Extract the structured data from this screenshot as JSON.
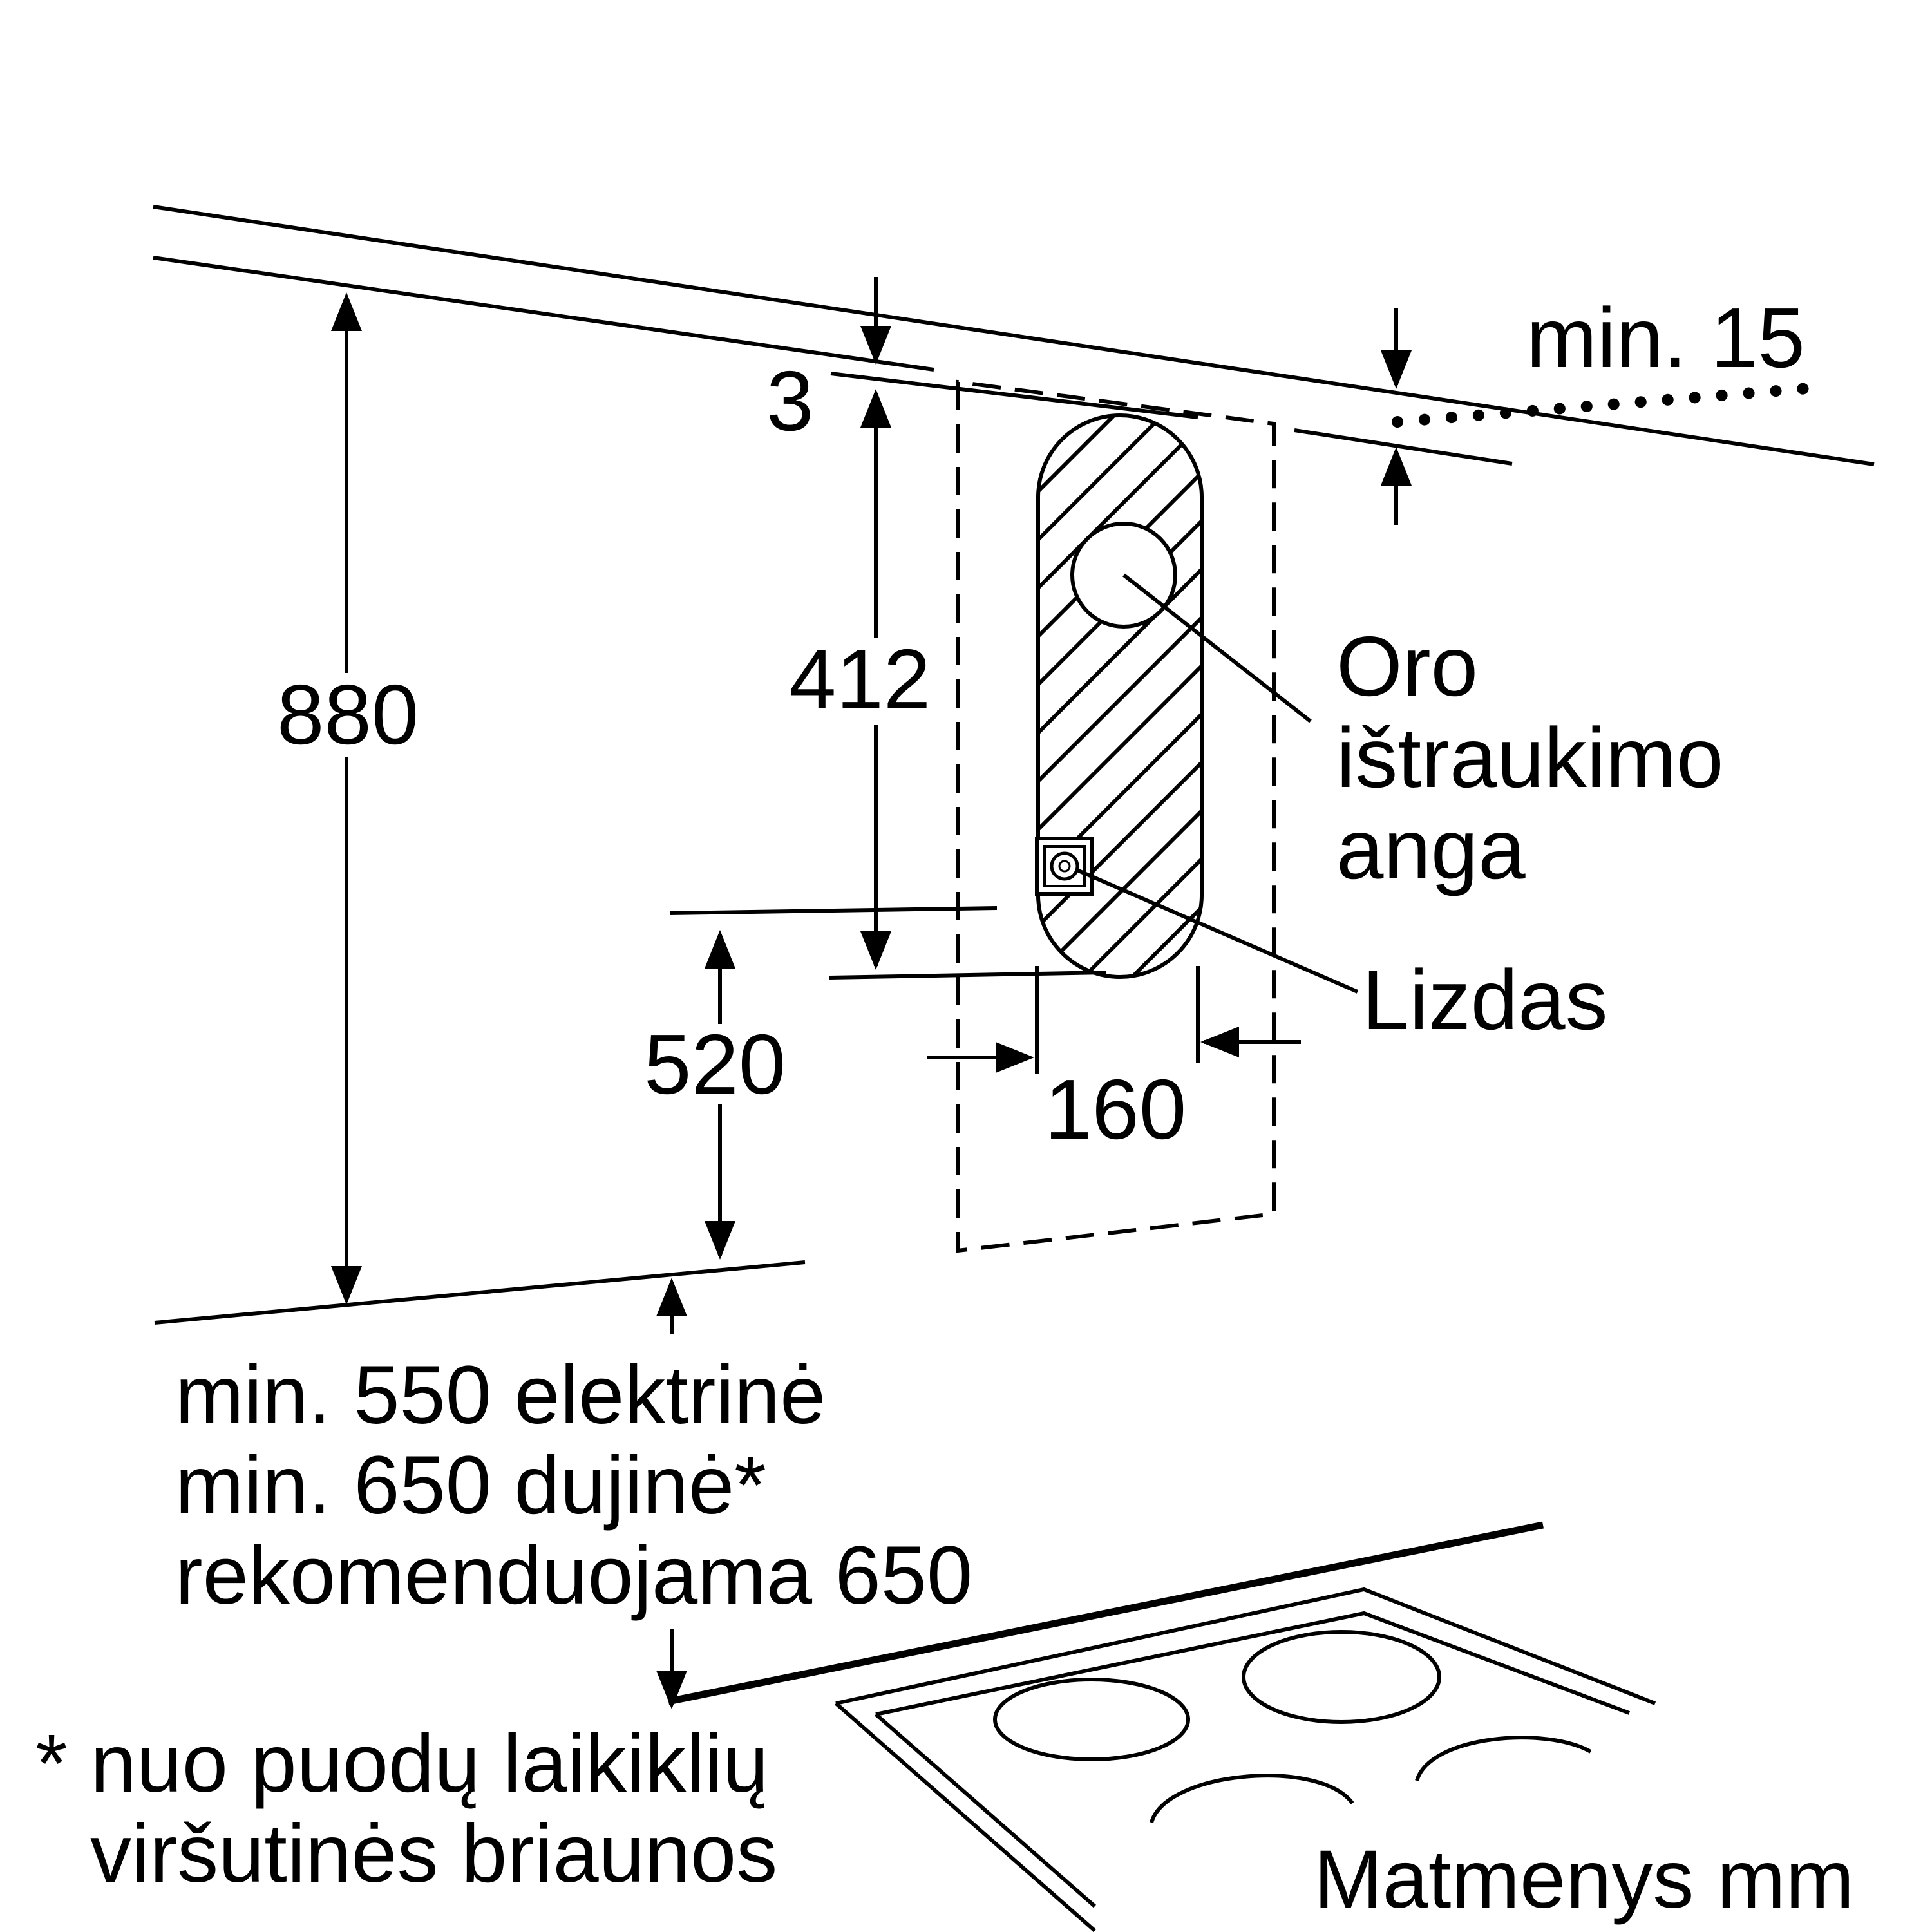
{
  "dimensions": {
    "height_total": "880",
    "gap_top": "3",
    "height_outlet": "412",
    "height_socket": "520",
    "width_zone": "160",
    "min_distance_top": "min. 15"
  },
  "labels": {
    "air_outlet": [
      "Oro",
      "ištraukimo",
      "anga"
    ],
    "socket": "Lizdas"
  },
  "notes": {
    "hob_distance": [
      "min. 550 elektrinė",
      "min. 650 dujinė*",
      "rekomenduojama 650"
    ],
    "footnote": [
      "* nuo puodų laikiklių",
      "viršutinės briaunos"
    ],
    "units": "Matmenys mm"
  }
}
